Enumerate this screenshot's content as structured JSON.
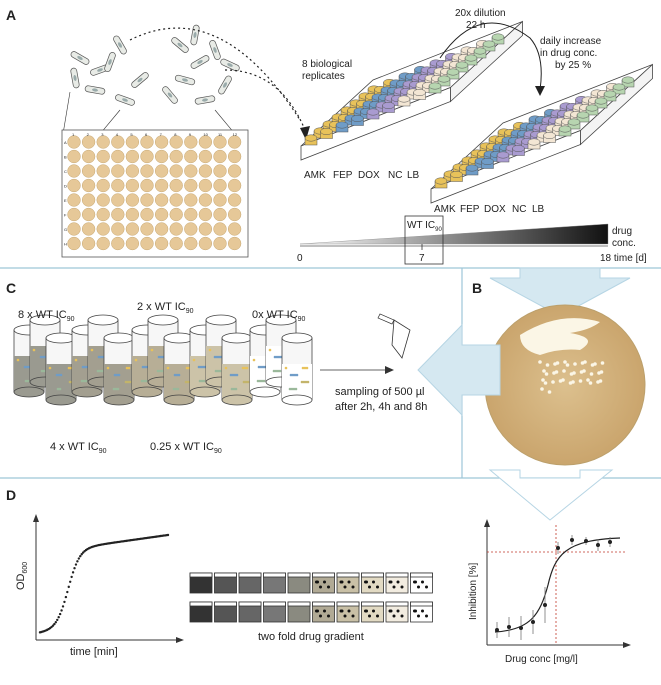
{
  "panels": {
    "a": "A",
    "b": "B",
    "c": "C",
    "d": "D"
  },
  "panel_a": {
    "replicates_line1": "8 biological",
    "replicates_line2": "replicates",
    "dilution_line1": "20x dilution",
    "dilution_line2": "22 h",
    "increase_line1": "daily increase",
    "increase_line2": "in drug conc.",
    "increase_line3": "by 25 %",
    "drugs": [
      "AMK",
      "FEP",
      "DOX",
      "NC",
      "LB"
    ],
    "plate_row_letters": [
      "A",
      "B",
      "C",
      "D",
      "E",
      "F",
      "G",
      "H"
    ],
    "plate_col_numbers": [
      "1",
      "2",
      "3",
      "4",
      "5",
      "6",
      "7",
      "8",
      "9",
      "10",
      "11",
      "12"
    ],
    "wt_ic90": "WT IC",
    "ic90_sub": "90",
    "drug_conc_line1": "drug",
    "drug_conc_line2": "conc.",
    "axis_start": "0",
    "axis_mid": "7",
    "axis_end": "18 time [d]"
  },
  "panel_c": {
    "group_8x": "8 x WT IC",
    "group_2x": "2 x WT IC",
    "group_0x": "0x WT IC",
    "group_4x": "4 x WT IC",
    "group_025x": "0.25 x WT IC",
    "ic_sub": "90",
    "sampling_line1": "sampling of 500  µl",
    "sampling_line2": "after 2h, 4h and 8h"
  },
  "panel_d": {
    "growth_ylabel": "OD",
    "growth_ylabel_sub": "600",
    "growth_xlabel": "time [min]",
    "gradient_label": "two fold drug gradient",
    "inhibition_ylabel": "Inhibition [%]",
    "inhibition_xlabel": "Drug conc [mg/l]"
  },
  "colors": {
    "amk": "#e8c25a",
    "fep": "#6f9cc7",
    "dox": "#a99bd0",
    "nc": "#f3e6d4",
    "lb": "#b7d5b0",
    "well": "#e6c898",
    "arrow": "#d5e8f1",
    "agar": "#d9b685",
    "dose_line": "#c0392b"
  }
}
